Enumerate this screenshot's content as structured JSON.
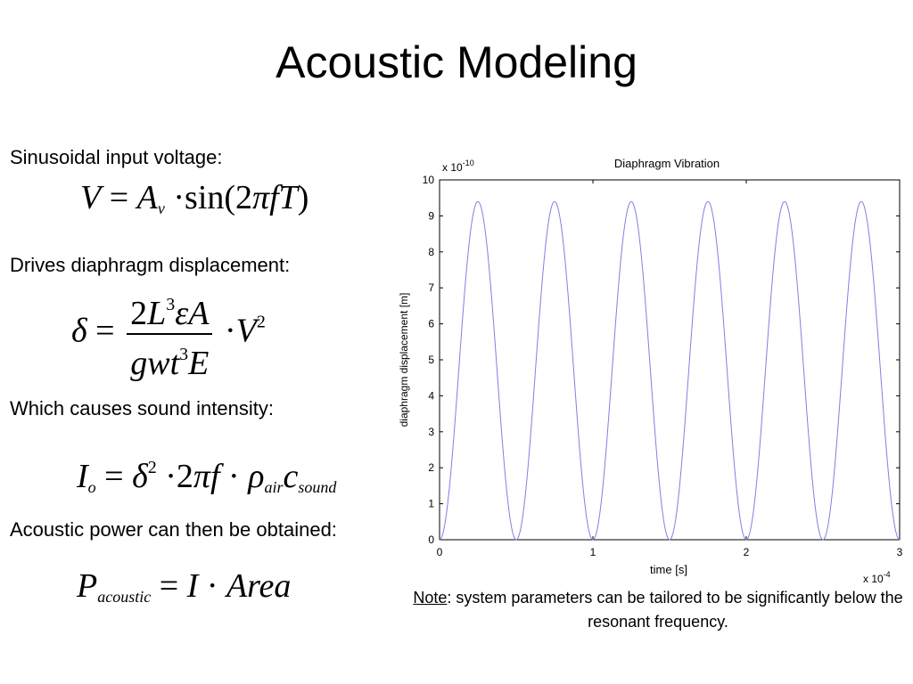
{
  "slide": {
    "title": "Acoustic Modeling",
    "labels": {
      "voltage": "Sinusoidal input voltage:",
      "displacement": "Drives diaphragm displacement:",
      "intensity": "Which causes sound intensity:",
      "power": "Acoustic power can then be obtained:"
    },
    "equations": {
      "voltage": {
        "lhs": "V",
        "eq": "=",
        "amp": "A",
        "amp_sub": "v",
        "dot": "·",
        "fn": "sin(2",
        "pi": "π",
        "f": "f",
        "T": "T",
        "close": ")"
      },
      "displacement": {
        "lhs": "δ",
        "eq": "=",
        "num_2": "2",
        "num_L": "L",
        "num_L_sup": "3",
        "num_eps": "ε",
        "num_A": "A",
        "den_gwt": "gwt",
        "den_sup": "3",
        "den_E": "E",
        "dot": "·",
        "V": "V",
        "V_sup": "2"
      },
      "intensity": {
        "lhs": "I",
        "lhs_sub": "o",
        "eq": "=",
        "delta": "δ",
        "delta_sup": "2",
        "dot1": "·",
        "two": "2",
        "pi": "π",
        "f": "f",
        "dot2": "·",
        "rho": "ρ",
        "rho_sub": "air",
        "c": "c",
        "c_sub": "sound"
      },
      "power": {
        "lhs": "P",
        "lhs_sub": "acoustic",
        "eq": "=",
        "I": "I",
        "dot": "·",
        "area": "Area"
      }
    },
    "note": {
      "label": "Note",
      "text": ": system parameters can be tailored to be significantly below the resonant frequency."
    }
  },
  "chart_data": {
    "type": "line",
    "title": "Diaphragm Vibration",
    "xlabel": "time [s]",
    "ylabel": "diaphragm displacement [m]",
    "x_exponent": "x 10",
    "x_exponent_power": "-4",
    "y_exponent": "x 10",
    "y_exponent_power": "-10",
    "xlim": [
      0,
      3
    ],
    "ylim": [
      0,
      10
    ],
    "xticks": [
      "0",
      "1",
      "2",
      "3"
    ],
    "yticks": [
      "0",
      "1",
      "2",
      "3",
      "4",
      "5",
      "6",
      "7",
      "8",
      "9",
      "10"
    ],
    "grid": false,
    "series": [
      {
        "color": "#8080e0",
        "amplitude": 9.4,
        "period": 0.5,
        "x": [
          0,
          0.05,
          0.1,
          0.15,
          0.2,
          0.25,
          0.3,
          0.35,
          0.4,
          0.45,
          0.5,
          0.55,
          0.6,
          0.65,
          0.7,
          0.75,
          0.8,
          0.85,
          0.9,
          0.95,
          1.0,
          1.05,
          1.1,
          1.15,
          1.2,
          1.25,
          1.3,
          1.35,
          1.4,
          1.45,
          1.5,
          1.55,
          1.6,
          1.65,
          1.7,
          1.75,
          1.8,
          1.85,
          1.9,
          1.95,
          2.0,
          2.05,
          2.1,
          2.15,
          2.2,
          2.25,
          2.3,
          2.35,
          2.4,
          2.45,
          2.5,
          2.55,
          2.6,
          2.65,
          2.7,
          2.75,
          2.8,
          2.85,
          2.9,
          2.95,
          3.0
        ],
        "y": [
          0,
          0.9,
          3.39,
          6.01,
          8.49,
          9.4,
          8.49,
          6.01,
          3.39,
          0.9,
          0,
          0.9,
          3.39,
          6.01,
          8.49,
          9.4,
          8.49,
          6.01,
          3.39,
          0.9,
          0,
          0.9,
          3.39,
          6.01,
          8.49,
          9.4,
          8.49,
          6.01,
          3.39,
          0.9,
          0,
          0.9,
          3.39,
          6.01,
          8.49,
          9.4,
          8.49,
          6.01,
          3.39,
          0.9,
          0,
          0.9,
          3.39,
          6.01,
          8.49,
          9.4,
          8.49,
          6.01,
          3.39,
          0.9,
          0,
          0.9,
          3.39,
          6.01,
          8.49,
          9.4,
          8.49,
          6.01,
          3.39,
          0.9,
          0
        ]
      }
    ]
  }
}
